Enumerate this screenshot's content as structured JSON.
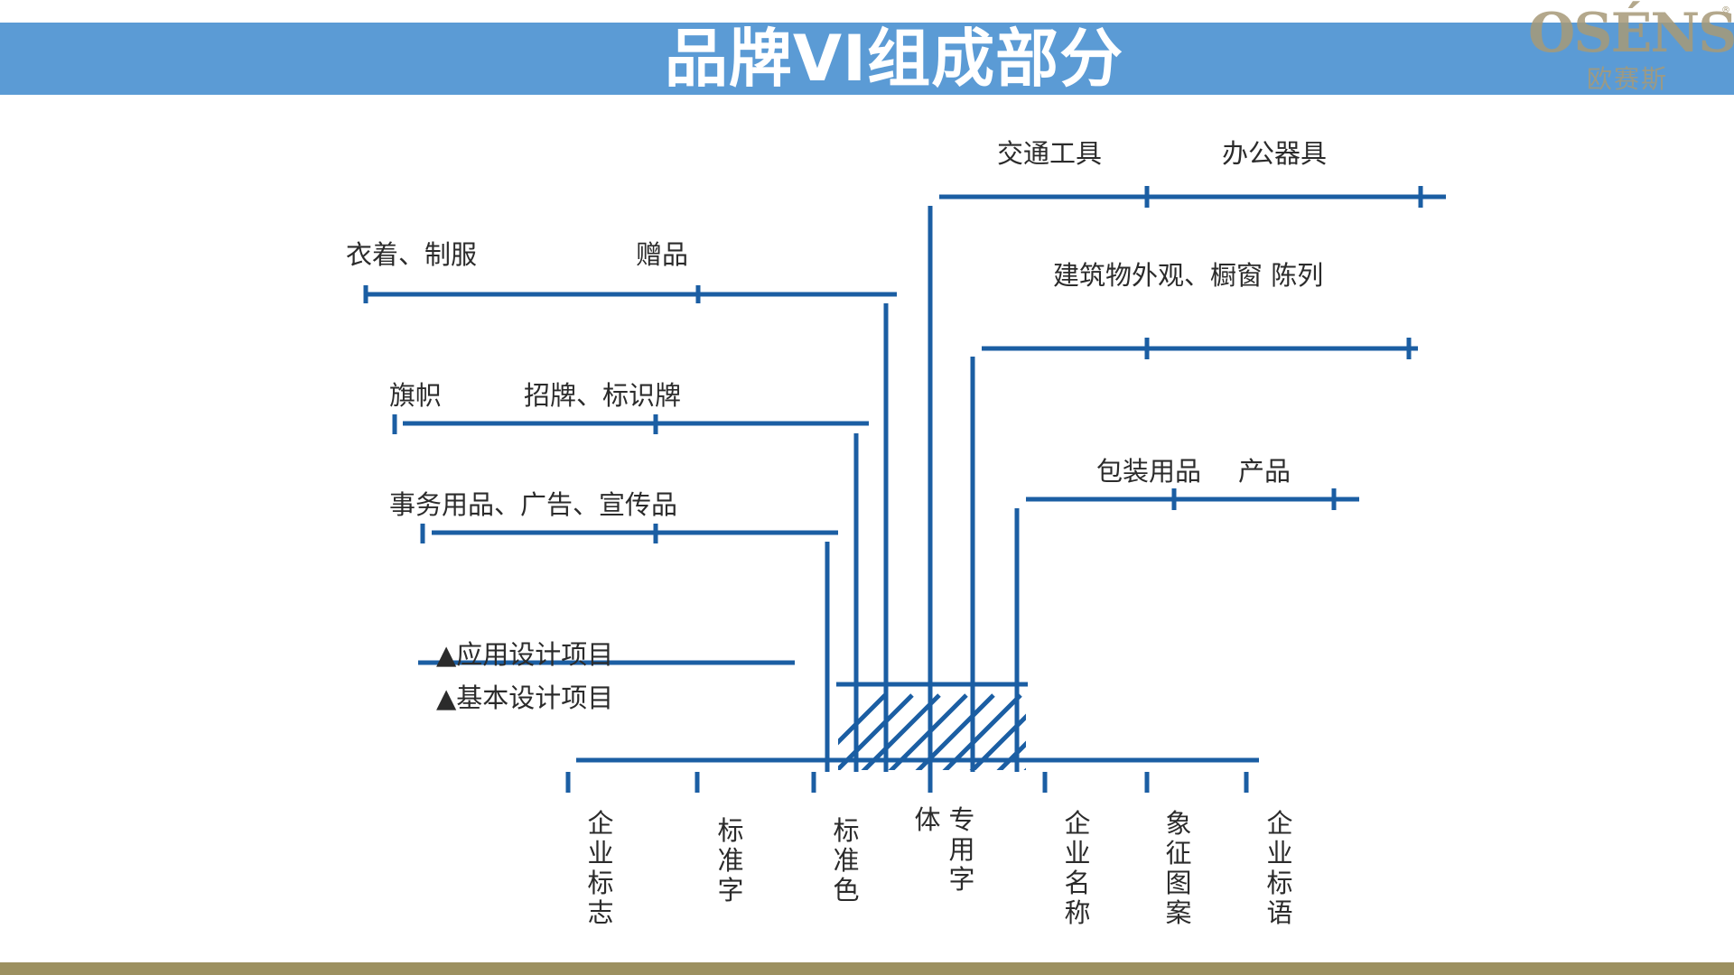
{
  "header": {
    "title": "品牌VI组成部分"
  },
  "logo": {
    "wordmark": "OSÉNS",
    "chinese": "欧赛斯",
    "mark": "®"
  },
  "application_items": {
    "transport": "交通工具",
    "office": "办公器具",
    "clothing": "衣着、制服",
    "gifts": "赠品",
    "architecture": "建筑物外观、橱窗 陈列",
    "flags": "旗帜",
    "signage": "招牌、标识牌",
    "packaging": "包装用品",
    "products": "产品",
    "stationery": "事务用品、广告、宣传品"
  },
  "legend": {
    "application": "▲应用设计项目",
    "basic": "▲基本设计项目"
  },
  "basic_items": [
    {
      "id": "logo",
      "chars": [
        "企",
        "业",
        "标",
        "志"
      ]
    },
    {
      "id": "typeface",
      "chars": [
        "标",
        "准",
        "字"
      ]
    },
    {
      "id": "color",
      "chars": [
        "标",
        "准",
        "色"
      ]
    },
    {
      "id": "dedicated-font",
      "chars": [
        "专",
        "用",
        "字"
      ],
      "extra": "体"
    },
    {
      "id": "company-name",
      "chars": [
        "企",
        "业",
        "名",
        "称"
      ]
    },
    {
      "id": "symbol",
      "chars": [
        "象",
        "征",
        "图",
        "案"
      ]
    },
    {
      "id": "slogan",
      "chars": [
        "企",
        "业",
        "标",
        "语"
      ]
    }
  ],
  "colors": {
    "header": "#5b9bd5",
    "line": "#1b5ea3",
    "text": "#2b2b2b",
    "logo": "#a79a78",
    "footer": "#9c9060"
  }
}
